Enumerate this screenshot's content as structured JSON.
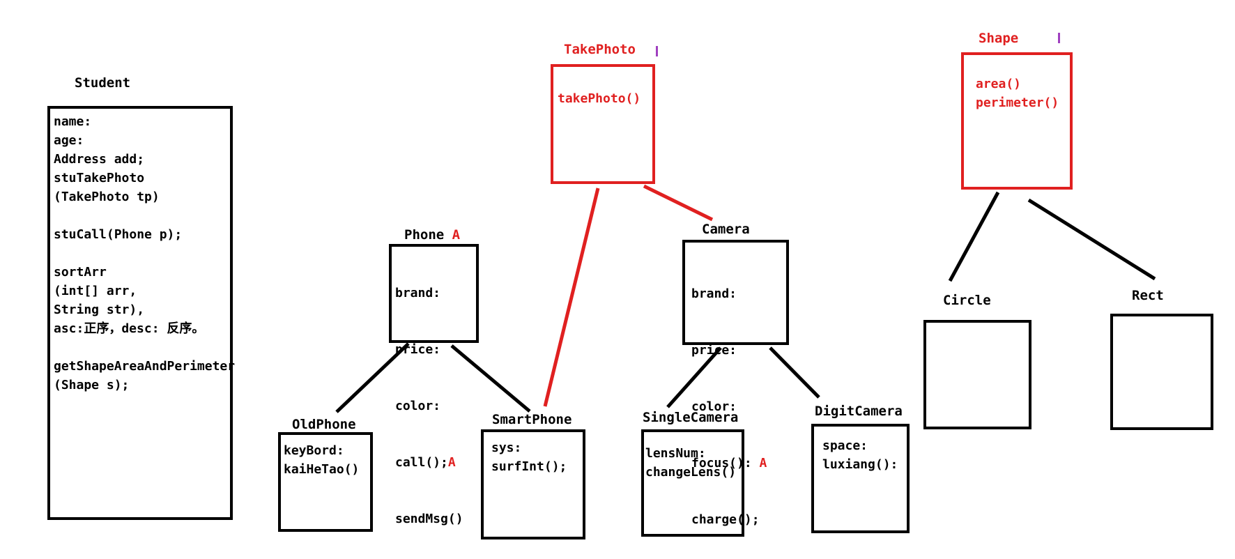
{
  "colors": {
    "black": "#000000",
    "red": "#e02020",
    "purple": "#a040c0"
  },
  "student": {
    "title": "Student",
    "lines": [
      "name:",
      "age:",
      "Address add;",
      "stuTakePhoto",
      "(TakePhoto tp)",
      "",
      "stuCall(Phone p);",
      "",
      "sortArr",
      "(int[] arr,",
      "String str),",
      "asc:正序，desc: 反序。",
      "",
      "getShapeAreaAndPerimeter",
      "(Shape s);"
    ]
  },
  "take_photo": {
    "title": "TakePhoto",
    "lines": [
      "takePhoto()"
    ]
  },
  "shape": {
    "title": "Shape",
    "lines": [
      "area()",
      "perimeter()"
    ]
  },
  "phone": {
    "title": "Phone",
    "abstract_mark": "A",
    "lines": [
      "brand:",
      "price:",
      "color:",
      "call();",
      "sendMsg()"
    ],
    "call_mark": "A"
  },
  "camera": {
    "title": "Camera",
    "lines": [
      "brand:",
      "price:",
      "color:",
      "focus():",
      "charge();"
    ],
    "focus_mark": "A"
  },
  "old_phone": {
    "title": "OldPhone",
    "lines": [
      "keyBord:",
      "kaiHeTao()"
    ]
  },
  "smart_phone": {
    "title": "SmartPhone",
    "lines": [
      "sys:",
      "surfInt();"
    ]
  },
  "single_camera": {
    "title": "SingleCamera",
    "lines": [
      "lensNum:",
      "changeLens()"
    ]
  },
  "digit_camera": {
    "title": "DigitCamera",
    "lines": [
      "space:",
      "luxiang():"
    ]
  },
  "circle": {
    "title": "Circle"
  },
  "rect": {
    "title": "Rect"
  }
}
